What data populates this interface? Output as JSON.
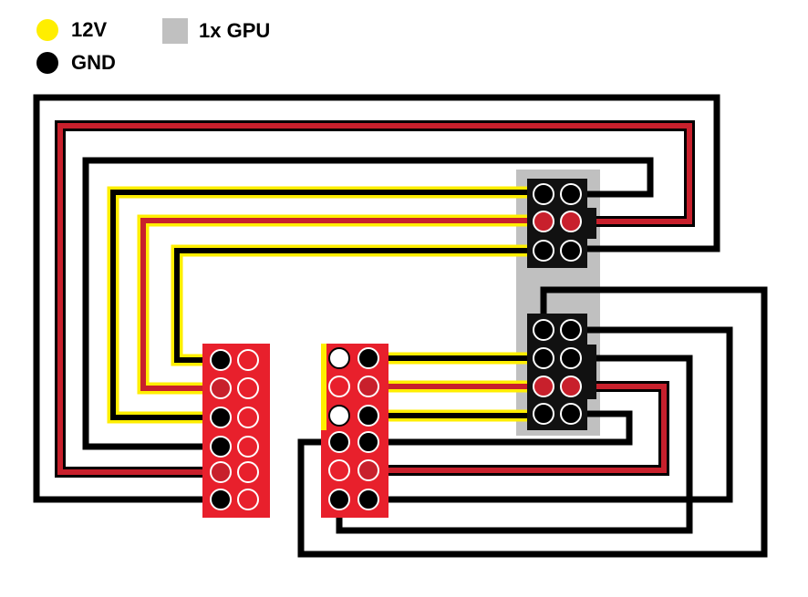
{
  "legend": {
    "items": [
      {
        "label": "12V",
        "color": "#ffee00",
        "shape": "circle"
      },
      {
        "label": "GND",
        "color": "#000000",
        "shape": "circle"
      },
      {
        "label": "1x GPU",
        "color": "#c0c0c0",
        "shape": "square"
      }
    ]
  },
  "colors": {
    "wire_12v_outline": "#ffee00",
    "wire_red": "#c8202c",
    "wire_black": "#000000",
    "connector_red": "#e8202c",
    "connector_black": "#111111",
    "gpu_region": "#c0c0c0",
    "pin_white": "#ffffff"
  },
  "connectors": [
    {
      "name": "psu-connector-left",
      "type": "12-pin",
      "color": "red"
    },
    {
      "name": "psu-connector-middle",
      "type": "12-pin",
      "color": "red"
    },
    {
      "name": "gpu-connector-top",
      "type": "6-pin",
      "color": "black"
    },
    {
      "name": "gpu-connector-bottom",
      "type": "8-pin",
      "color": "black"
    }
  ]
}
